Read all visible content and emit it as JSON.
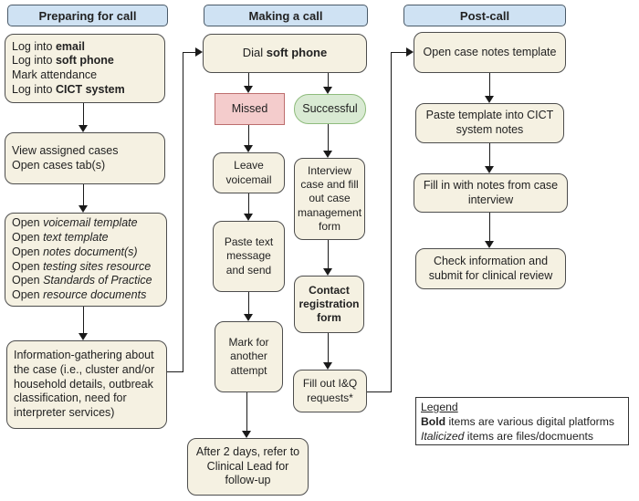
{
  "colors": {
    "header-fill": "#cfe2f3",
    "header-border": "#4a5a68",
    "box-fill": "#f5f1e2",
    "box-border": "#4d4d4d",
    "missed-fill": "#f4cccc",
    "missed-border": "#bd6e6e",
    "success-fill": "#d9ead3",
    "success-border": "#8fbc7d",
    "line": "#1a1a1a"
  },
  "headers": {
    "col1": "Preparing for call",
    "col2": "Making a call",
    "col3": "Post-call"
  },
  "nodes": {
    "login": [
      {
        "t": "Log into "
      },
      {
        "t": "email",
        "b": true
      },
      {
        "br": true
      },
      {
        "t": "Log into "
      },
      {
        "t": "soft phone",
        "b": true
      },
      {
        "br": true
      },
      {
        "t": "Mark attendance"
      },
      {
        "br": true
      },
      {
        "t": "Log into "
      },
      {
        "t": "CICT system",
        "b": true
      }
    ],
    "view_cases": [
      {
        "t": "View assigned cases"
      },
      {
        "br": true
      },
      {
        "t": "Open cases tab(s)"
      }
    ],
    "open_templates": [
      {
        "t": "Open "
      },
      {
        "t": "voicemail template",
        "i": true
      },
      {
        "br": true
      },
      {
        "t": "Open "
      },
      {
        "t": "text template",
        "i": true
      },
      {
        "br": true
      },
      {
        "t": "Open "
      },
      {
        "t": "notes document(s)",
        "i": true
      },
      {
        "br": true
      },
      {
        "t": "Open "
      },
      {
        "t": "testing sites resource",
        "i": true
      },
      {
        "br": true
      },
      {
        "t": "Open "
      },
      {
        "t": "Standards of Practice",
        "i": true
      },
      {
        "br": true
      },
      {
        "t": "Open "
      },
      {
        "t": "resource documents",
        "i": true
      }
    ],
    "info_gathering": [
      {
        "t": "Information-gathering about"
      },
      {
        "br": true
      },
      {
        "t": "the case (i.e., cluster and/or"
      },
      {
        "br": true
      },
      {
        "t": "household details, outbreak"
      },
      {
        "br": true
      },
      {
        "t": "classification, need for"
      },
      {
        "br": true
      },
      {
        "t": "interpreter services)"
      }
    ],
    "dial": [
      {
        "t": "Dial "
      },
      {
        "t": "soft phone",
        "b": true
      }
    ],
    "missed": "Missed",
    "successful": "Successful",
    "leave_voicemail": "Leave voicemail",
    "interview": "Interview case and fill out case management form",
    "paste_text": "Paste text message and send",
    "contact_form": [
      {
        "t": "Contact registration form",
        "b": true
      }
    ],
    "mark_attempt": "Mark for another attempt",
    "iq_requests": "Fill out I&Q requests*",
    "after_2_days": "After 2 days, refer to Clinical Lead for follow-up",
    "open_case_notes": "Open case notes template",
    "paste_template": "Paste template into CICT system notes",
    "fill_in_notes": "Fill in with notes from case interview",
    "check_submit": "Check information and submit for clinical review"
  },
  "legend": {
    "rich": [
      {
        "t": "Legend",
        "u": true
      },
      {
        "br": true
      },
      {
        "t": "Bold",
        "b": true
      },
      {
        "t": " items are various digital platforms"
      },
      {
        "br": true
      },
      {
        "t": "Italicized",
        "i": true
      },
      {
        "t": " items are files/docmuents"
      }
    ]
  }
}
